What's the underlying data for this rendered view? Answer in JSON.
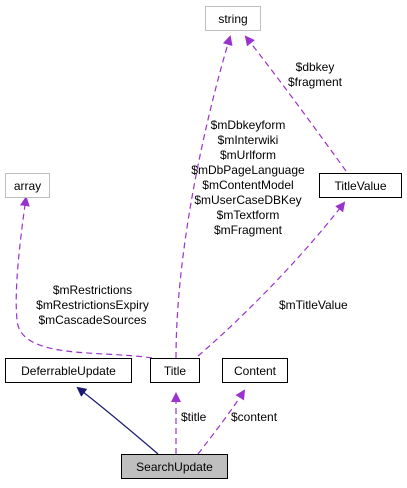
{
  "nodes": {
    "string": "string",
    "array": "array",
    "title_value": "TitleValue",
    "deferrable_update": "DeferrableUpdate",
    "title": "Title",
    "content": "Content",
    "search_update": "SearchUpdate"
  },
  "edges": {
    "string_to_title": [
      "$mDbkeyform",
      "$mInterwiki",
      "$mUrlform",
      "$mDbPageLanguage",
      "$mContentModel",
      "$mUserCaseDBKey",
      "$mTextform",
      "$mFragment"
    ],
    "string_to_titlevalue": [
      "$dbkey",
      "$fragment"
    ],
    "array_to_title": [
      "$mRestrictions",
      "$mRestrictionsExpiry",
      "$mCascadeSources"
    ],
    "titlevalue_to_title": "$mTitleValue",
    "title_to_searchupdate": "$title",
    "content_to_searchupdate": "$content"
  },
  "colors": {
    "usage_edge": "#9a32cd",
    "inheritance_edge": "#191970",
    "highlight_fill": "#bfbfbf"
  }
}
